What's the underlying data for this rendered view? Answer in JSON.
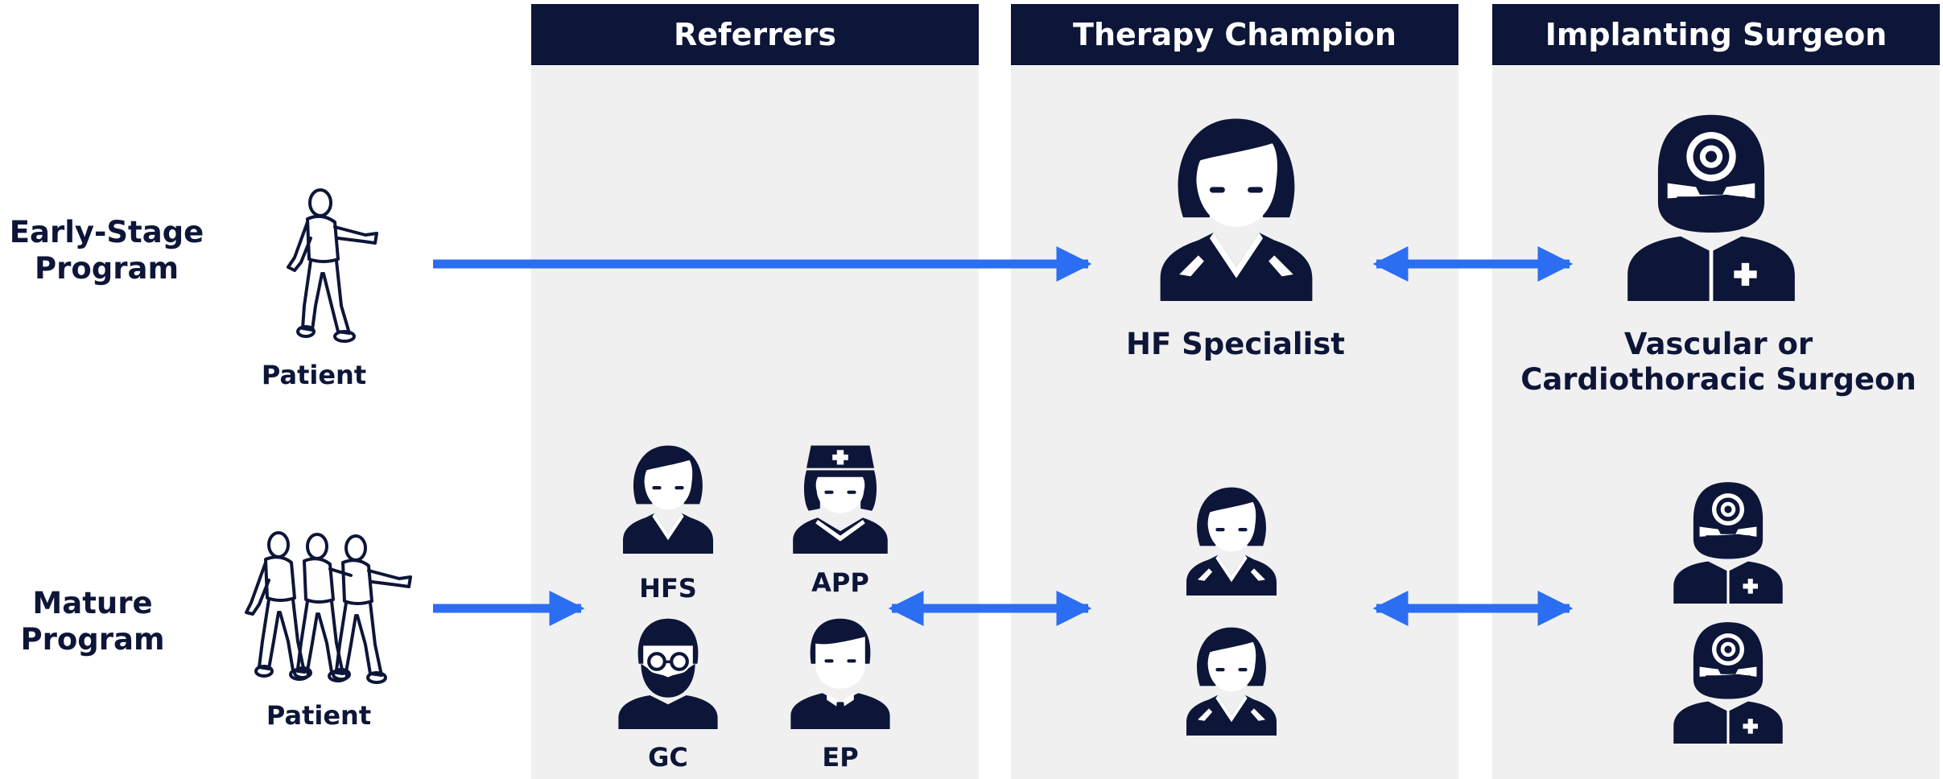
{
  "columns": {
    "referrers": "Referrers",
    "champion": "Therapy Champion",
    "surgeon": "Implanting Surgeon"
  },
  "rows": {
    "early": "Early-Stage\nProgram",
    "mature": "Mature\nProgram"
  },
  "labels": {
    "patient_early": "Patient",
    "patient_mature": "Patient",
    "hf_specialist": "HF Specialist",
    "surgeon_title": "Vascular or\nCardiothoracic Surgeon",
    "hfs": "HFS",
    "app": "APP",
    "gc": "GC",
    "ep": "EP"
  },
  "colors": {
    "navy": "#0d1638",
    "arrow_blue": "#2b6ef2",
    "column_bg": "#f0f0f1"
  },
  "icons": [
    "walking-patient-icon",
    "patient-group-icon",
    "female-doctor-icon",
    "surgeon-icon",
    "nurse-icon",
    "bearded-doctor-icon",
    "male-doctor-icon"
  ]
}
